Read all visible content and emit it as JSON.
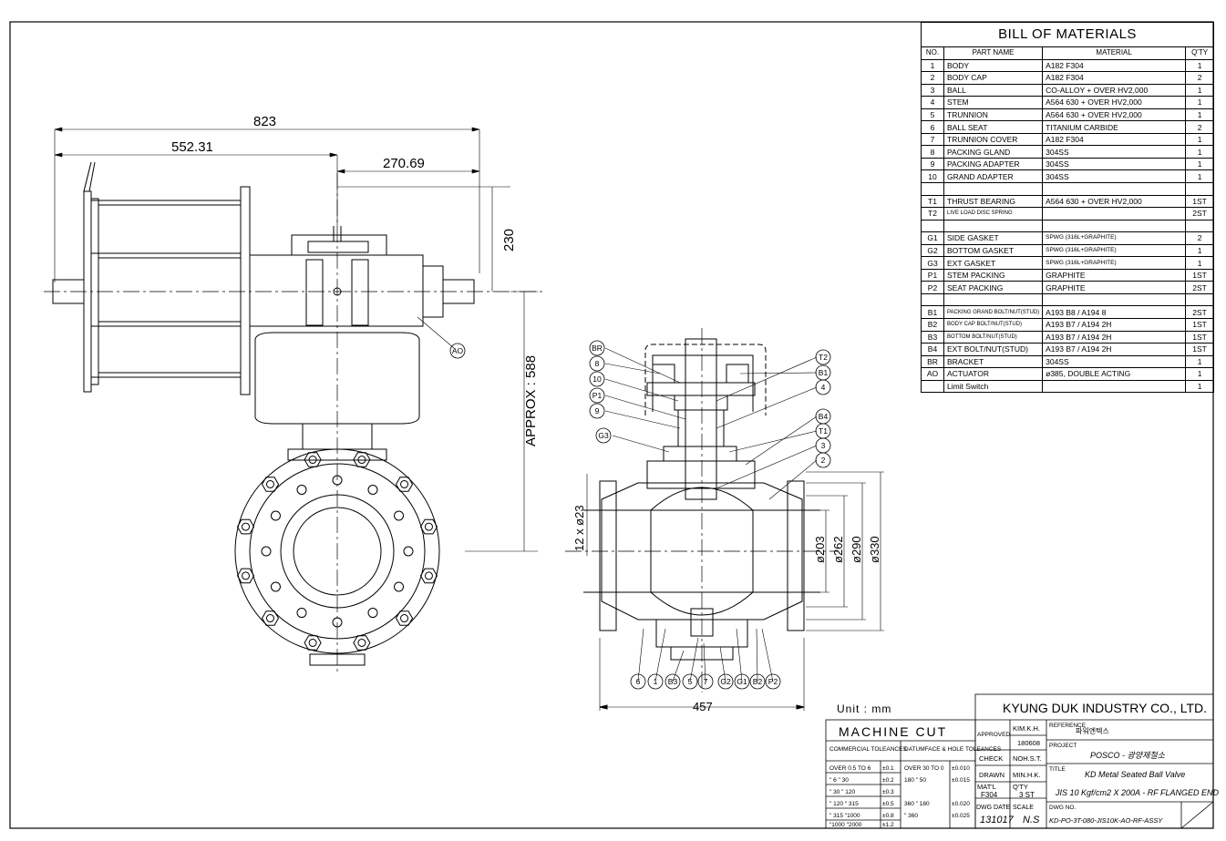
{
  "dims": {
    "d823": "823",
    "d552": "552.31",
    "d270": "270.69",
    "d230": "230",
    "approx": "APPROX : 588",
    "holes": "12 x ø23",
    "d203": "ø203",
    "d262": "ø262",
    "d290": "ø290",
    "d330": "ø330",
    "d457": "457"
  },
  "balloons": {
    "ao": "AO",
    "br": "BR",
    "n8": "8",
    "n10": "10",
    "p1": "P1",
    "n9": "9",
    "g3": "G3",
    "t2": "T2",
    "b1": "B1",
    "n4": "4",
    "b4": "B4",
    "t1": "T1",
    "n3": "3",
    "n2": "2",
    "b6": "6",
    "b1n": "1",
    "b3": "B3",
    "b5": "5",
    "b7": "7",
    "g2": "G2",
    "g1": "G1",
    "b2": "B2",
    "p2": "P2"
  },
  "bom": {
    "title": "BILL OF MATERIALS",
    "headers": [
      "NO.",
      "PART NAME",
      "MATERIAL",
      "Q'TY"
    ],
    "rows": [
      [
        "1",
        "BODY",
        "A182 F304",
        "1"
      ],
      [
        "2",
        "BODY CAP",
        "A182 F304",
        "2"
      ],
      [
        "3",
        "BALL",
        "CO-ALLOY + OVER HV2,000",
        "1"
      ],
      [
        "4",
        "STEM",
        "A564 630 + OVER HV2,000",
        "1"
      ],
      [
        "5",
        "TRUNNION",
        "A564 630 + OVER HV2,000",
        "1"
      ],
      [
        "6",
        "BALL SEAT",
        "TITANIUM CARBIDE",
        "2"
      ],
      [
        "7",
        "TRUNNION COVER",
        "A182 F304",
        "1"
      ],
      [
        "8",
        "PACKING GLAND",
        "304SS",
        "1"
      ],
      [
        "9",
        "PACKING ADAPTER",
        "304SS",
        "1"
      ],
      [
        "10",
        "GRAND ADAPTER",
        "304SS",
        "1"
      ],
      [
        "",
        "",
        "",
        ""
      ],
      [
        "T1",
        "THRUST BEARING",
        "A564 630 + OVER HV2,000",
        "1ST"
      ],
      [
        "T2",
        "LIVE LOAD DISC SPRING",
        "",
        "2ST"
      ],
      [
        "",
        "",
        "",
        ""
      ],
      [
        "G1",
        "SIDE GASKET",
        "SPWG (316L+GRAPHITE)",
        "2"
      ],
      [
        "G2",
        "BOTTOM GASKET",
        "SPWG (316L+GRAPHITE)",
        "1"
      ],
      [
        "G3",
        "EXT GASKET",
        "SPWG (316L+GRAPHITE)",
        "1"
      ],
      [
        "P1",
        "STEM PACKING",
        "GRAPHITE",
        "1ST"
      ],
      [
        "P2",
        "SEAT PACKING",
        "GRAPHITE",
        "2ST"
      ],
      [
        "",
        "",
        "",
        ""
      ],
      [
        "B1",
        "PACKING GRAND BOLT/NUT(STUD)",
        "A193 B8 / A194 8",
        "2ST"
      ],
      [
        "B2",
        "BODY CAP BOLT/NUT(STUD)",
        "A193 B7 / A194 2H",
        "1ST"
      ],
      [
        "B3",
        "BOTTOM BOLT/NUT(STUD)",
        "A193 B7 / A194 2H",
        "1ST"
      ],
      [
        "B4",
        "EXT BOLT/NUT(STUD)",
        "A193 B7 / A194 2H",
        "1ST"
      ],
      [
        "BR",
        "BRACKET",
        "304SS",
        "1"
      ],
      [
        "AO",
        "ACTUATOR",
        "ø385, DOUBLE ACTING",
        "1"
      ],
      [
        "",
        "Limit Switch",
        "",
        "1"
      ]
    ]
  },
  "unit": "Unit : mm",
  "machine_cut": {
    "title": "MACHINE CUT",
    "commercial": "COMMERCIAL TOLEANCES",
    "datum": "DATUMFACE & HOLE TOLEANCES",
    "over_to": "OVER 0.5 TO 6",
    "rows": [
      [
        "OVER 0.5 TO 6",
        "±0.1",
        "OVER 30 TO 0",
        "±0.010"
      ],
      [
        "\" 6 \" 30",
        "±0.2",
        "180 \" 50",
        "±0.015"
      ],
      [
        "\" 30 \" 120",
        "±0.3",
        "",
        ""
      ],
      [
        "\" 120 \" 315",
        "±0.5",
        "360 \" 180",
        "±0.020"
      ],
      [
        "\" 315 \"1000",
        "±0.8",
        "\" 360",
        "±0.025"
      ],
      [
        "\"1000 \"2000",
        "±1.2",
        "",
        ""
      ]
    ]
  },
  "company": "KYUNG DUK INDUSTRY CO., LTD.",
  "approvals": {
    "approved": "APPROVED",
    "approved_name": "KIM.K.H.",
    "date": "180608",
    "check": "CHECK",
    "check_name": "NOH.S.T.",
    "drawn": "DRAWN",
    "drawn_name": "MIN.H.K.",
    "matl_label": "MAT'L",
    "matl": "F304",
    "qty_label": "Q'TY",
    "qty": "3 ST",
    "dwg_date_label": "DWG DATE",
    "dwg_date": "131017",
    "scale_label": "SCALE",
    "scale": "N.S"
  },
  "reference_label": "REFERENCE",
  "reference": "파워엔텍스",
  "project_label": "PROJECT",
  "project": "POSCO - 광양제철소",
  "title_label": "TITLE",
  "title1": "KD Metal Seated Ball Valve",
  "title2": "JIS 10 Kgf/cm2 X 200A - RF FLANGED END",
  "dwg_no_label": "DWG NO.",
  "dwg_no": "KD-PO-3T-080-JIS10K-AO-RF-ASSY"
}
